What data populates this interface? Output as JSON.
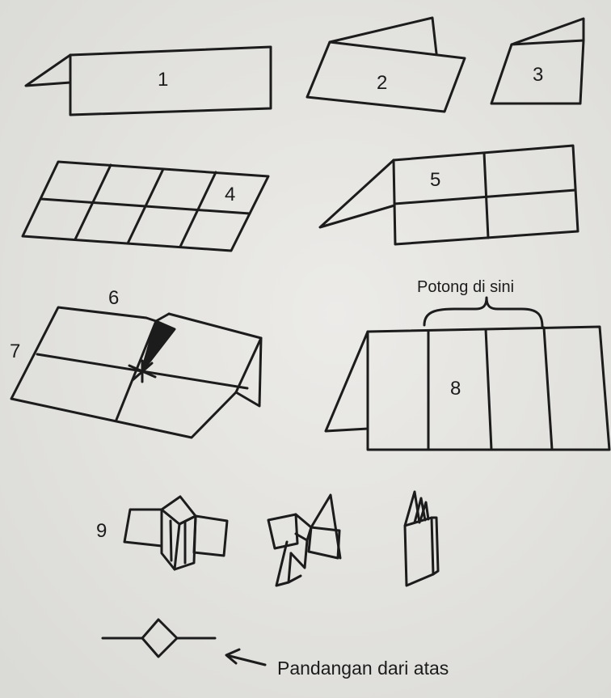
{
  "labels": {
    "step1": "1",
    "step2": "2",
    "step3": "3",
    "step4": "4",
    "step5": "5",
    "step6": "6",
    "step7": "7",
    "step8": "8",
    "step9": "9"
  },
  "captions": {
    "cut_here": "Potong di sini",
    "top_view": "Pandangan dari atas"
  },
  "colors": {
    "paper": "#e6e6e3",
    "ink": "#1c1c1c"
  }
}
